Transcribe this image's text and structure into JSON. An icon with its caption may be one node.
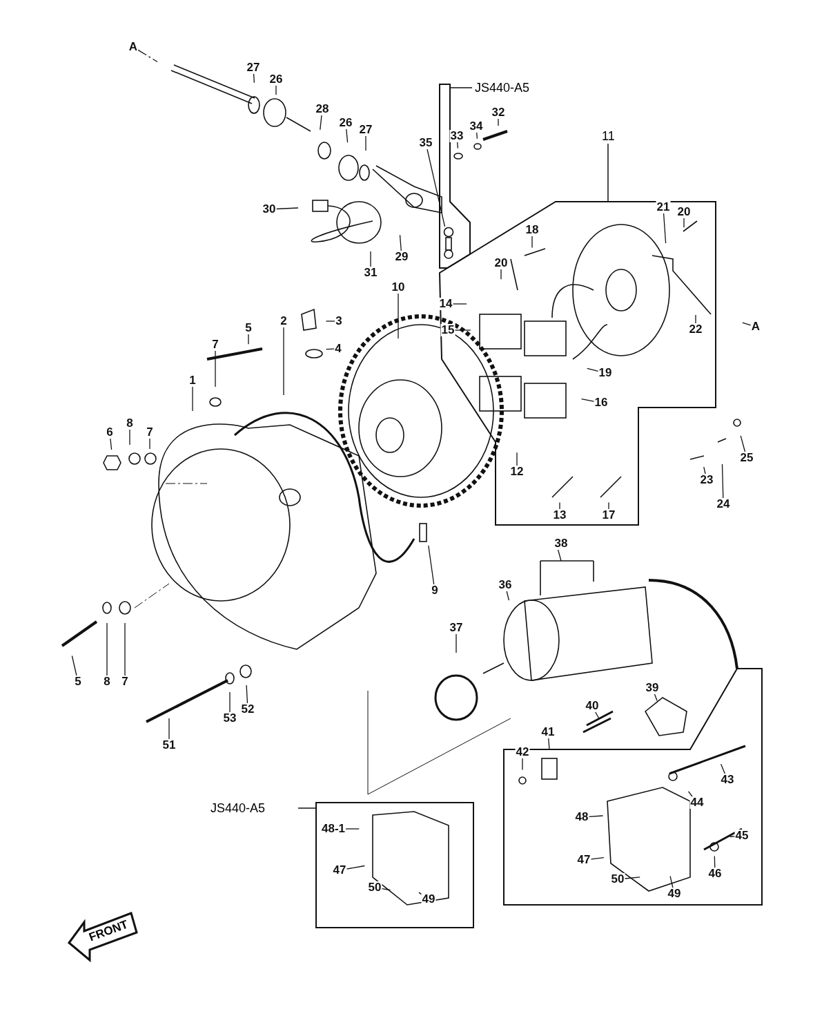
{
  "diagram": {
    "nodes": [
      {
        "text": [
          "A"
        ]
      },
      {
        "text": [
          "27"
        ]
      },
      {
        "text": [
          "26"
        ]
      },
      {
        "text": [
          "JS440-A5"
        ]
      },
      {
        "text": [
          "32"
        ]
      },
      {
        "text": [
          "28"
        ]
      },
      {
        "text": [
          "26"
        ]
      },
      {
        "text": [
          "27"
        ]
      },
      {
        "text": [
          "34"
        ]
      },
      {
        "text": [
          "33"
        ]
      },
      {
        "text": [
          "35"
        ]
      },
      {
        "text": [
          "11"
        ]
      },
      {
        "text": [
          "20"
        ],
        "in": 11
      },
      {
        "text": [
          "21"
        ],
        "in": 11
      },
      {
        "text": [
          "30"
        ]
      },
      {
        "text": [
          "29"
        ]
      },
      {
        "text": [
          "18"
        ],
        "in": 11
      },
      {
        "text": [
          "20"
        ],
        "in": 11
      },
      {
        "text": [
          "31"
        ]
      },
      {
        "text": [
          "10"
        ]
      },
      {
        "text": [
          "14"
        ],
        "in": 11
      },
      {
        "text": [
          "2"
        ]
      },
      {
        "text": [
          "3"
        ]
      },
      {
        "text": [
          "15"
        ],
        "in": 11
      },
      {
        "text": [
          "5"
        ]
      },
      {
        "text": [
          "22"
        ],
        "in": 11
      },
      {
        "text": [
          "A"
        ]
      },
      {
        "text": [
          "4"
        ]
      },
      {
        "text": [
          "7"
        ]
      },
      {
        "text": [
          "19"
        ],
        "in": 11
      },
      {
        "text": [
          "1"
        ]
      },
      {
        "text": [
          "16"
        ],
        "in": 11
      },
      {
        "text": [
          "8"
        ]
      },
      {
        "text": [
          "6"
        ]
      },
      {
        "text": [
          "7"
        ]
      },
      {
        "text": [
          "25"
        ]
      },
      {
        "text": [
          "12"
        ],
        "in": 11
      },
      {
        "text": [
          "23"
        ]
      },
      {
        "text": [
          "24"
        ]
      },
      {
        "text": [
          "13"
        ],
        "in": 11
      },
      {
        "text": [
          "17"
        ],
        "in": 11
      },
      {
        "text": [
          "38"
        ]
      },
      {
        "text": [
          "36"
        ]
      },
      {
        "text": [
          "9"
        ]
      },
      {
        "text": [
          "37"
        ]
      },
      {
        "text": [
          "5"
        ]
      },
      {
        "text": [
          "8"
        ]
      },
      {
        "text": [
          "7"
        ]
      },
      {
        "text": [],
        "shape": "box"
      },
      {
        "text": [
          "39"
        ],
        "in": 48
      },
      {
        "text": [
          "52"
        ]
      },
      {
        "text": [
          "40"
        ],
        "in": 48
      },
      {
        "text": [
          "53"
        ]
      },
      {
        "text": [
          "41"
        ],
        "in": 48
      },
      {
        "text": [
          "51"
        ]
      },
      {
        "text": [
          "42"
        ],
        "in": 48
      },
      {
        "text": [
          "43"
        ],
        "in": 48
      },
      {
        "text": [
          "44"
        ],
        "in": 48
      },
      {
        "text": [
          "JS440-A5"
        ]
      },
      {
        "text": [
          "48"
        ],
        "in": 48
      },
      {
        "text": [
          "48-1"
        ],
        "in": 58
      },
      {
        "text": [
          "45"
        ],
        "in": 48
      },
      {
        "text": [
          "47"
        ],
        "in": 48
      },
      {
        "text": [
          "47"
        ],
        "in": 58
      },
      {
        "text": [
          "46"
        ],
        "in": 48
      },
      {
        "text": [
          "50"
        ],
        "in": 48
      },
      {
        "text": [
          "50"
        ],
        "in": 58
      },
      {
        "text": [
          "49"
        ],
        "in": 48
      },
      {
        "text": [
          "49"
        ],
        "in": 58
      },
      {
        "text": [],
        "shape": "picture",
        "in": 3
      }
    ],
    "edges": [
      {
        "from": 0,
        "to": null,
        "arrow": "none",
        "style": "dashed"
      },
      {
        "from": 1,
        "to": null,
        "arrow": "none"
      },
      {
        "from": 2,
        "to": null,
        "arrow": "none"
      },
      {
        "from": 4,
        "to": null,
        "arrow": "none"
      },
      {
        "from": 5,
        "to": null,
        "arrow": "none"
      },
      {
        "from": 6,
        "to": null,
        "arrow": "none"
      },
      {
        "from": 7,
        "to": null,
        "arrow": "none"
      },
      {
        "from": 8,
        "to": null,
        "arrow": "none"
      },
      {
        "from": 9,
        "to": null,
        "arrow": "none"
      },
      {
        "from": 10,
        "to": 69,
        "arrow": "none"
      },
      {
        "from": 12,
        "to": null,
        "arrow": "none"
      },
      {
        "from": 13,
        "to": null,
        "arrow": "none"
      },
      {
        "from": 14,
        "to": null,
        "arrow": "none"
      },
      {
        "from": 15,
        "to": null,
        "arrow": "none"
      },
      {
        "from": 16,
        "to": null,
        "arrow": "none"
      },
      {
        "from": 17,
        "to": null,
        "arrow": "none"
      },
      {
        "from": 18,
        "to": null,
        "arrow": "none"
      },
      {
        "from": 19,
        "to": null,
        "arrow": "none"
      },
      {
        "from": 20,
        "to": null,
        "arrow": "none"
      },
      {
        "from": 21,
        "to": null,
        "arrow": "none"
      },
      {
        "from": 22,
        "to": null,
        "arrow": "none"
      },
      {
        "from": 23,
        "to": null,
        "arrow": "none"
      },
      {
        "from": 24,
        "to": null,
        "arrow": "none"
      },
      {
        "from": 25,
        "to": null,
        "arrow": "none"
      },
      {
        "from": 26,
        "to": null,
        "arrow": "none",
        "style": "dashed"
      },
      {
        "from": 27,
        "to": null,
        "arrow": "none"
      },
      {
        "from": 28,
        "to": null,
        "arrow": "none"
      },
      {
        "from": 29,
        "to": null,
        "arrow": "none"
      },
      {
        "from": 30,
        "to": null,
        "arrow": "none"
      },
      {
        "from": 31,
        "to": null,
        "arrow": "none"
      },
      {
        "from": 32,
        "to": null,
        "arrow": "none"
      },
      {
        "from": 33,
        "to": null,
        "arrow": "none"
      },
      {
        "from": 34,
        "to": null,
        "arrow": "none"
      },
      {
        "from": 35,
        "to": null,
        "arrow": "none"
      },
      {
        "from": 36,
        "to": null,
        "arrow": "none"
      },
      {
        "from": 37,
        "to": null,
        "arrow": "none"
      },
      {
        "from": 38,
        "to": null,
        "arrow": "none"
      },
      {
        "from": 39,
        "to": null,
        "arrow": "none"
      },
      {
        "from": 40,
        "to": null,
        "arrow": "none"
      },
      {
        "from": 41,
        "to": null,
        "arrow": "none"
      },
      {
        "from": 42,
        "to": null,
        "arrow": "none"
      },
      {
        "from": 43,
        "to": null,
        "arrow": "none"
      },
      {
        "from": 44,
        "to": null,
        "arrow": "none"
      },
      {
        "from": 45,
        "to": null,
        "arrow": "none"
      },
      {
        "from": 46,
        "to": null,
        "arrow": "none"
      },
      {
        "from": 47,
        "to": null,
        "arrow": "none"
      },
      {
        "from": 49,
        "to": null,
        "arrow": "none"
      },
      {
        "from": 50,
        "to": null,
        "arrow": "none"
      },
      {
        "from": 51,
        "to": null,
        "arrow": "none"
      },
      {
        "from": 52,
        "to": null,
        "arrow": "none"
      },
      {
        "from": 53,
        "to": null,
        "arrow": "none"
      },
      {
        "from": 54,
        "to": null,
        "arrow": "none"
      },
      {
        "from": 55,
        "to": null,
        "arrow": "none"
      },
      {
        "from": 56,
        "to": null,
        "arrow": "none"
      },
      {
        "from": 57,
        "to": null,
        "arrow": "none"
      },
      {
        "from": 59,
        "to": null,
        "arrow": "none"
      },
      {
        "from": 60,
        "to": null,
        "arrow": "none"
      },
      {
        "from": 61,
        "to": null,
        "arrow": "none"
      },
      {
        "from": 62,
        "to": null,
        "arrow": "none"
      },
      {
        "from": 63,
        "to": null,
        "arrow": "none"
      },
      {
        "from": 64,
        "to": null,
        "arrow": "none"
      },
      {
        "from": 65,
        "to": null,
        "arrow": "none"
      },
      {
        "from": 66,
        "to": null,
        "arrow": "none"
      },
      {
        "from": 67,
        "to": null,
        "arrow": "none"
      },
      {
        "from": 68,
        "to": null,
        "arrow": "none"
      }
    ],
    "labels": [
      "FRONT"
    ]
  }
}
